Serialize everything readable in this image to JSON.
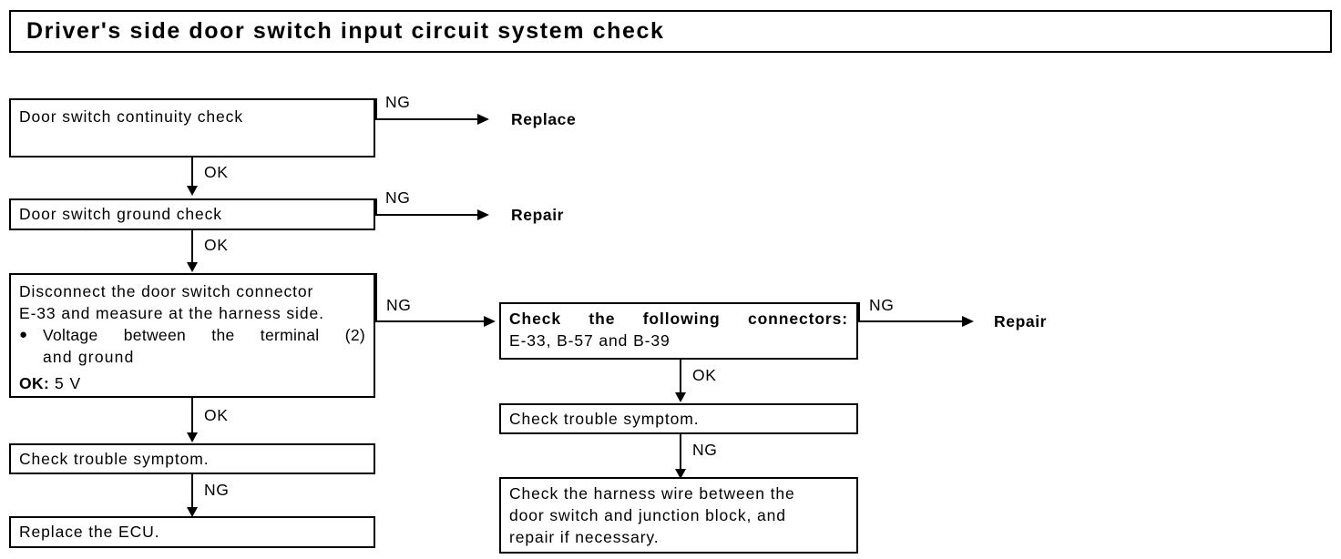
{
  "page": {
    "title": "Driver's side door switch input circuit system check",
    "doc_type": "troubleshooting-flowchart"
  },
  "flow": {
    "boxes": [
      {
        "id": "door-switch-continuity-check",
        "lines": [
          "Door switch continuity check"
        ]
      },
      {
        "id": "door-switch-ground-check",
        "lines": [
          "Door switch ground check"
        ]
      },
      {
        "id": "disconnect-door-switch-connector",
        "lines": [
          "Disconnect the door switch connector",
          "E-33 and measure at the harness side."
        ],
        "bullet": {
          "marker": "●",
          "line1": "Voltage between the terminal (2)",
          "line2": "and ground"
        },
        "spec_label": "OK:",
        "spec_value": "5 V"
      },
      {
        "id": "check-trouble-symptom-left",
        "lines": [
          "Check trouble symptom."
        ]
      },
      {
        "id": "replace-the-ecu",
        "lines": [
          "Replace the ECU."
        ]
      },
      {
        "id": "check-following-connectors",
        "heading": "Check the following connectors:",
        "lines": [
          "E-33, B-57 and B-39"
        ]
      },
      {
        "id": "check-trouble-symptom-right",
        "lines": [
          "Check trouble symptom."
        ]
      },
      {
        "id": "check-harness-wire",
        "lines": [
          "Check the harness wire between the",
          "door switch and junction block, and",
          "repair if necessary."
        ]
      }
    ],
    "labels": {
      "ng": "NG",
      "ok": "OK"
    },
    "terminals": [
      {
        "id": "replace",
        "label": "Replace"
      },
      {
        "id": "repair-ground",
        "label": "Repair"
      },
      {
        "id": "repair-connectors",
        "label": "Repair"
      }
    ]
  },
  "colors": {
    "ink": "#000000",
    "paper": "#ffffff"
  }
}
